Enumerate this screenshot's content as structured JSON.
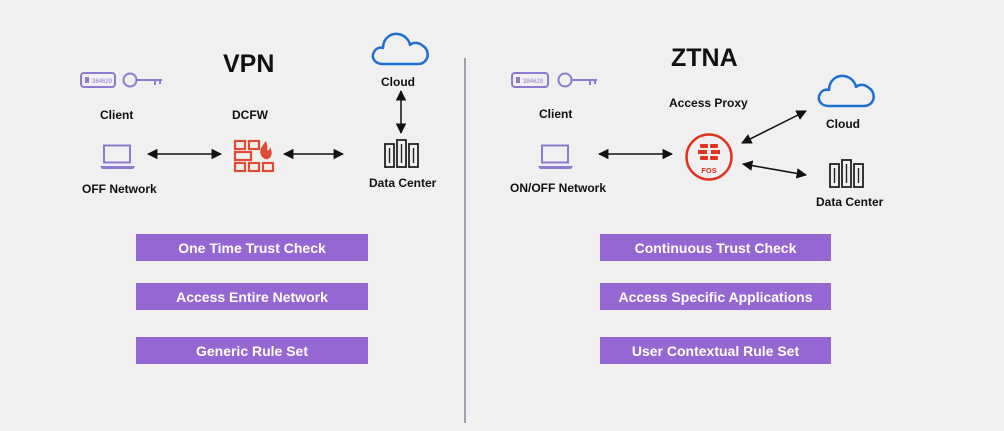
{
  "colors": {
    "background": "#f0f0f0",
    "pill": "#9467d2",
    "icon_purple": "#8e7bd0",
    "firewall_red": "#e04b35",
    "cloud_blue": "#1f6fd1",
    "fortinet_red": "#e0321f"
  },
  "vpn": {
    "title": "VPN",
    "client_label": "Client",
    "firewall_label": "DCFW",
    "cloud_label": "Cloud",
    "network_label": "OFF Network",
    "datacenter_label": "Data Center",
    "token_text": "384629",
    "features": [
      "One Time Trust Check",
      "Access Entire Network",
      "Generic Rule Set"
    ]
  },
  "ztna": {
    "title": "ZTNA",
    "client_label": "Client",
    "proxy_label": "Access Proxy",
    "proxy_badge": "FOS",
    "cloud_label": "Cloud",
    "network_label": "ON/OFF Network",
    "datacenter_label": "Data Center",
    "token_text": "384629",
    "features": [
      "Continuous Trust Check",
      "Access Specific Applications",
      "User Contextual Rule Set"
    ]
  },
  "icons": [
    "token-icon",
    "key-icon",
    "laptop-icon",
    "firewall-icon",
    "cloud-icon",
    "server-rack-icon",
    "fortinet-proxy-icon"
  ]
}
